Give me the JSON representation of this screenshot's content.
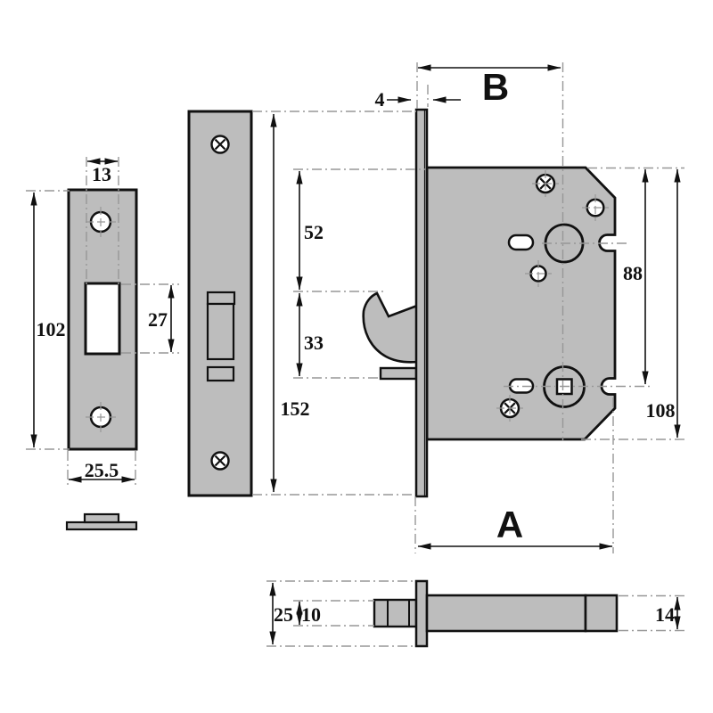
{
  "title": "Mortice hook bolt sliding door lock - dimensioned technical drawing",
  "colors": {
    "background": "#ffffff",
    "metal_fill": "#bdbdbd",
    "outline": "#111111",
    "centerline": "#979797",
    "white_hole": "#ffffff"
  },
  "labels": {
    "strike_slot_width": "13",
    "strike_height": "102",
    "strike_slot_height": "27",
    "strike_width": "25.5",
    "forend_height": "152",
    "faceplate_thickness": "4",
    "backset": "B",
    "top_to_hook": "52",
    "hook_to_trigger": "33",
    "top_to_spindle": "88",
    "case_height": "108",
    "case_depth": "A",
    "faceplate_width": "25",
    "hub_offset": "10",
    "case_thickness": "14"
  }
}
